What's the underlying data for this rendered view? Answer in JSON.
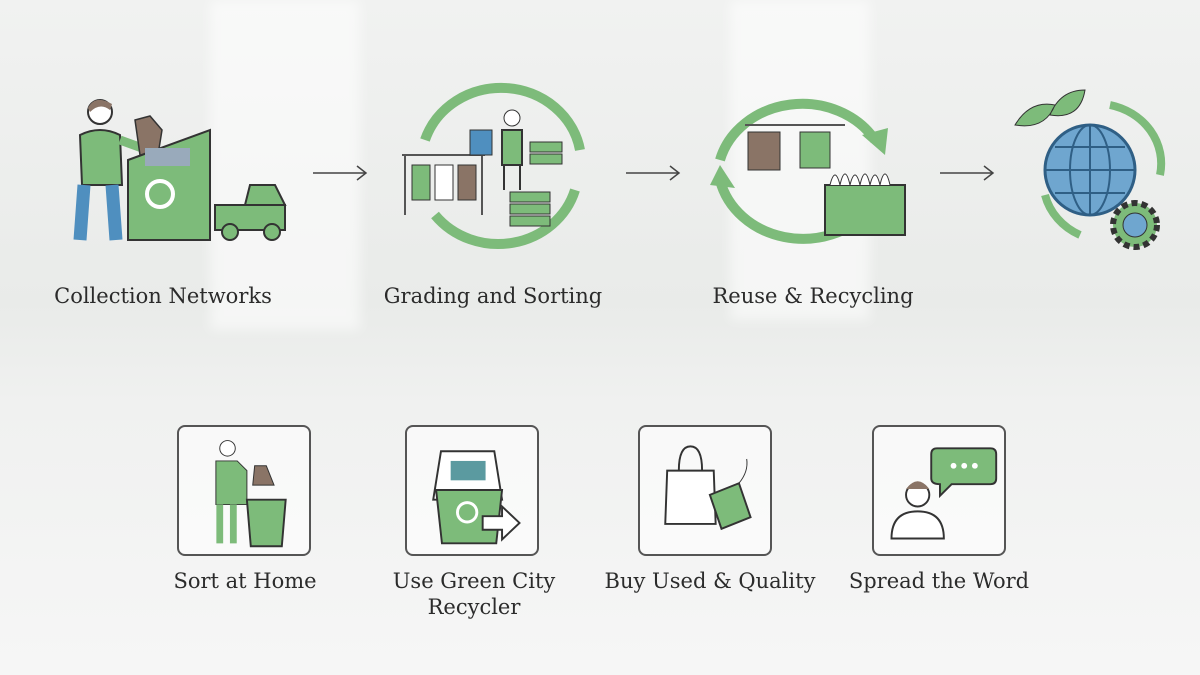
{
  "process": {
    "stages": [
      {
        "label": "Collection Networks",
        "icon": "collection-bin-truck-icon"
      },
      {
        "label": "Grading and Sorting",
        "icon": "sorting-cycle-icon"
      },
      {
        "label": "Reuse & Recycling",
        "icon": "recycling-cycle-icon"
      },
      {
        "label": "",
        "icon": "globe-leaves-gear-icon"
      }
    ],
    "arrow_icon": "right-arrow-icon"
  },
  "actions": [
    {
      "label": "Sort at Home",
      "icon": "person-sorting-trash-icon"
    },
    {
      "label_line1": "Use Green City",
      "label_line2": "Recycler",
      "icon": "recycle-bin-arrow-icon"
    },
    {
      "label": "Buy Used & Quality",
      "icon": "shopping-bag-tag-icon"
    },
    {
      "label": "Spread the Word",
      "icon": "person-speech-bubble-icon"
    }
  ],
  "colors": {
    "green": "#7dbb7a",
    "dark_green": "#4e8f52",
    "outline": "#333333",
    "blue": "#4f8fbf",
    "brown": "#8a7466"
  }
}
